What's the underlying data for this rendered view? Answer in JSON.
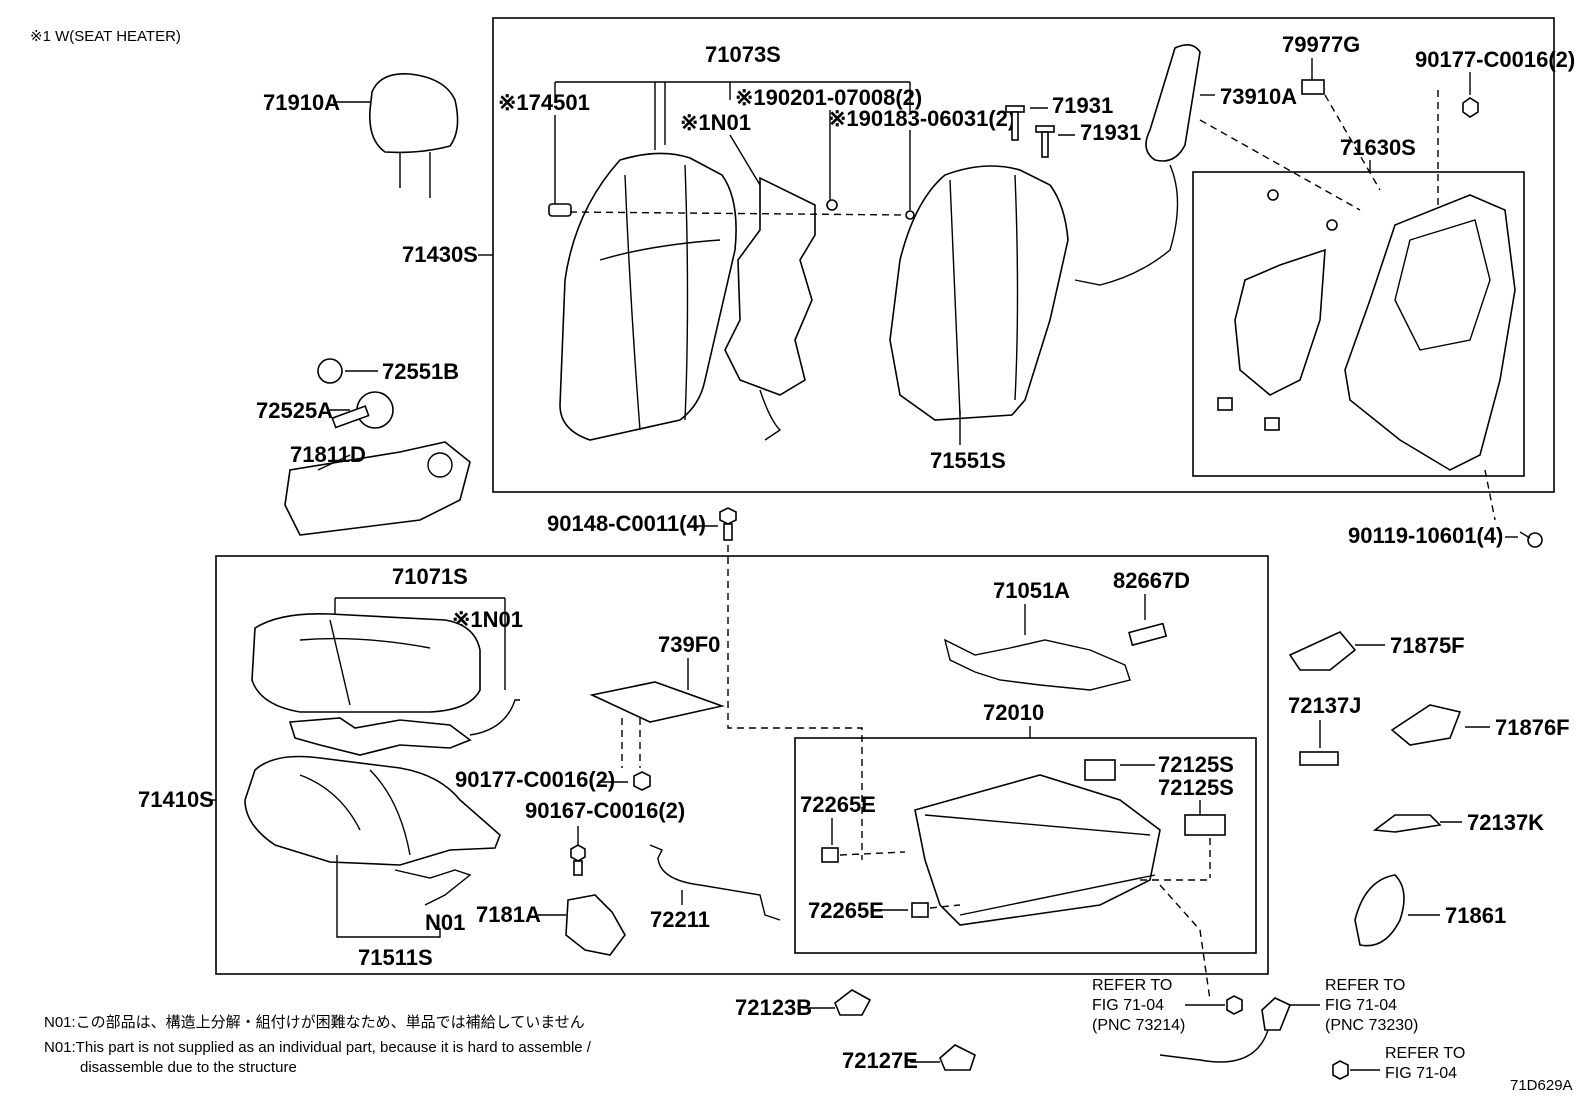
{
  "note_header": "※1 W(SEAT HEATER)",
  "labels": {
    "p71910A": "71910A",
    "p71430S": "71430S",
    "p71073S": "71073S",
    "p74501": "※174501",
    "p90201": "※190201-07008(2)",
    "p90183": "※190183-06031(2)",
    "pN01_top": "※1N01",
    "p71931a": "71931",
    "p71931b": "71931",
    "p73910A": "73910A",
    "p79977G": "79977G",
    "p90177top": "90177-C0016(2)",
    "p71630S": "71630S",
    "p71551S": "71551S",
    "p72551B": "72551B",
    "p72525A": "72525A",
    "p71811D": "71811D",
    "p90148": "90148-C0011(4)",
    "p90119": "90119-10601(4)",
    "p71071S": "71071S",
    "pN01_mid": "※1N01",
    "p739F0": "739F0",
    "p71051A": "71051A",
    "p82667D": "82667D",
    "p72010": "72010",
    "p71410S": "71410S",
    "p90177mid": "90177-C0016(2)",
    "p90167": "90167-C0016(2)",
    "p72125Sa": "72125S",
    "p72125Sb": "72125S",
    "p72265Ea": "72265E",
    "p72265Eb": "72265E",
    "p7181A": "7181A",
    "p72211": "72211",
    "pN01_bot": "N01",
    "p71511S": "71511S",
    "p71875F": "71875F",
    "p72137J": "72137J",
    "p71876F": "71876F",
    "p72137K": "72137K",
    "p71861": "71861",
    "p72123B": "72123B",
    "p72127E": "72127E"
  },
  "refers": {
    "r1_line1": "REFER TO",
    "r1_line2": "FIG 71-04",
    "r1_line3": "(PNC 73214)",
    "r2_line1": "REFER TO",
    "r2_line2": "FIG 71-04",
    "r2_line3": "(PNC 73230)",
    "r3_line1": "REFER TO",
    "r3_line2": "FIG 71-04"
  },
  "footnotes": {
    "jp": "N01:この部品は、構造上分解・組付けが困難なため、単品では補給していません",
    "en1": "N01:This part is not supplied as an individual part, because it is hard to assemble /",
    "en2": "disassemble due to the structure"
  },
  "figure_id": "71D629A"
}
